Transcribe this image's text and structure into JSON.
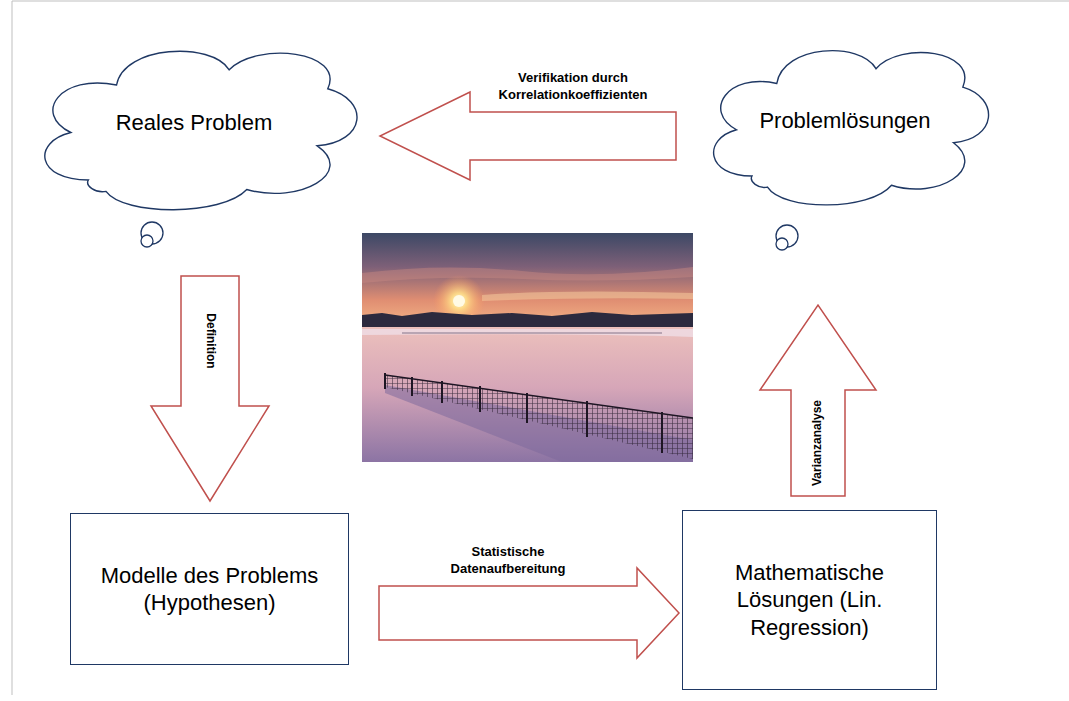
{
  "diagram": {
    "nodes": [
      {
        "text": [
          "Reales Problem"
        ]
      },
      {
        "text": [
          "Problemlösungen"
        ]
      },
      {
        "text": [
          "Modelle des Problems (Hypothesen)"
        ]
      },
      {
        "text": [
          "Mathematische Lösungen (Lin. Regression)"
        ]
      }
    ],
    "edges": [
      {
        "from": 1,
        "to": 0,
        "arrow": "to",
        "label": "Verifikation durch Korrelationkoeffizienten"
      },
      {
        "from": 0,
        "to": 2,
        "arrow": "to",
        "label": "Definition"
      },
      {
        "from": 2,
        "to": 3,
        "arrow": "to",
        "label": "Statistische Datenaufbereitung"
      },
      {
        "from": 3,
        "to": 1,
        "arrow": "to",
        "label": "Varianzanalyse"
      }
    ]
  }
}
